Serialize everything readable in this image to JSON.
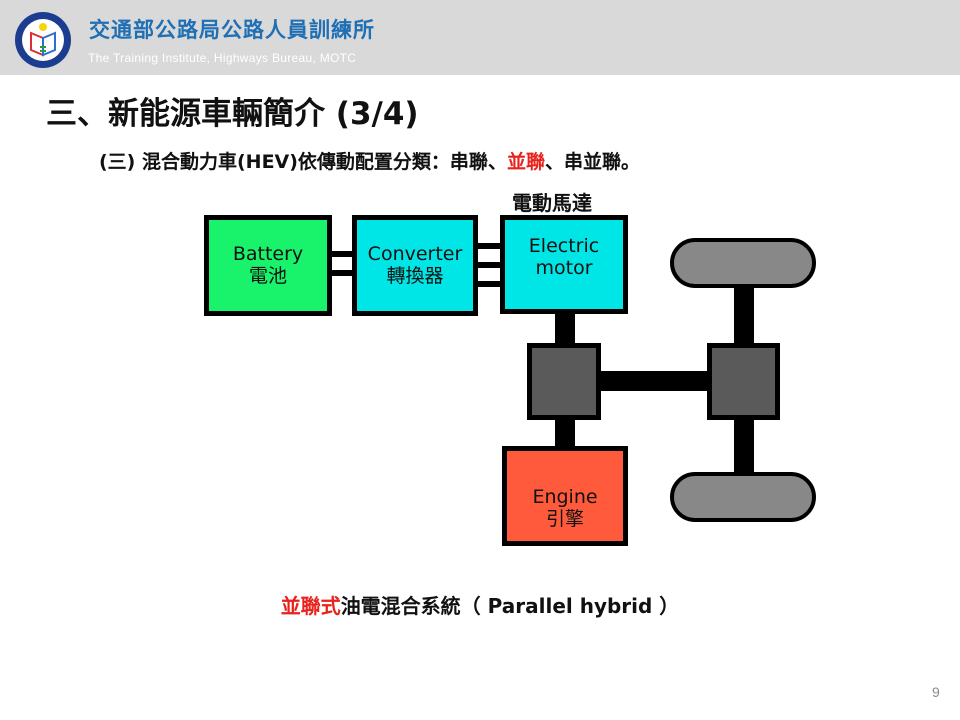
{
  "header": {
    "org_name": "交通部公路局公路人員訓練所",
    "org_name_en": "The Training Institute,  Highways Bureau,  MOTC",
    "logo_icon": "training-institute-emblem"
  },
  "slide": {
    "title": "三、新能源車輛簡介 (3/4)",
    "subtitle_prefix": "(三) 混合動力車(HEV)依傳動配置分類：串聯、",
    "subtitle_highlight": "並聯",
    "subtitle_suffix": "、串並聯。",
    "page_number": "9"
  },
  "diagram": {
    "motor_cn_label": "電動馬達",
    "battery": {
      "en": "Battery",
      "cn": "電池",
      "color": "#19f26b"
    },
    "converter": {
      "en": "Converter",
      "cn": "轉換器",
      "color": "#00e5e5"
    },
    "motor": {
      "en": "Electric",
      "en2": "motor",
      "color": "#00e5e5"
    },
    "engine": {
      "en": "Engine",
      "cn": "引擎",
      "color": "#ff5a3c"
    },
    "gear_color": "#5a5a5a",
    "wheel_color": "#888888"
  },
  "caption": {
    "highlight": "並聯式",
    "rest": "油電混合系統（ Parallel hybrid ）"
  },
  "colors": {
    "header_bg": "#d9d9d9",
    "org_blue": "#1f6fb5",
    "accent_red": "#e8231d"
  }
}
